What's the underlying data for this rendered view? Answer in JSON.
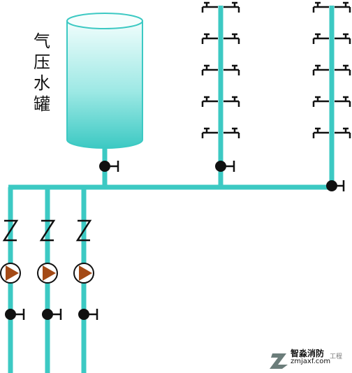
{
  "tank": {
    "label_chars": [
      "气",
      "压",
      "水",
      "罐"
    ]
  },
  "watermark": {
    "title": "智淼消防",
    "url": "zmjaxf.com",
    "suffix": "工程"
  },
  "colors": {
    "pipe": "#3cc9c3",
    "tank_top": "#e8fbfa",
    "tank_bottom": "#3cc9c3",
    "pump_fill": "#a44a16",
    "valve": "#111111"
  }
}
